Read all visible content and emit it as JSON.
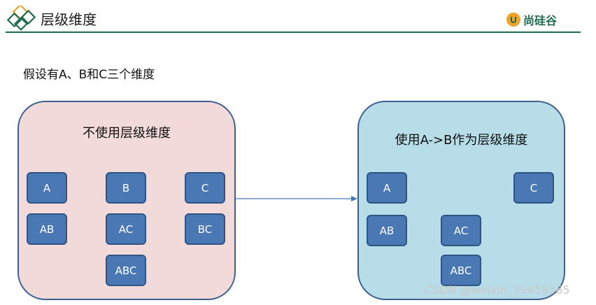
{
  "header": {
    "title": "层级维度",
    "brand_name": "尚硅谷",
    "icon": "diamond-logo-icon"
  },
  "intro_text": "假设有A、B和C三个维度",
  "left_panel": {
    "title": "不使用层级维度",
    "nodes": [
      "A",
      "B",
      "C",
      "AB",
      "AC",
      "BC",
      "ABC"
    ]
  },
  "right_panel": {
    "title": "使用A->B作为层级维度",
    "nodes": [
      "A",
      "C",
      "AB",
      "AC",
      "ABC"
    ]
  },
  "watermark": "CSDN @weixin_39458365",
  "colors": {
    "accent": "#1f6b4e",
    "node_fill": "#4a78b5",
    "node_border": "#2f5585",
    "left_panel_bg": "#f2dada",
    "right_panel_bg": "#b7dde8",
    "panel_border": "#3d5f8f",
    "brand_orange": "#f0a22b"
  }
}
